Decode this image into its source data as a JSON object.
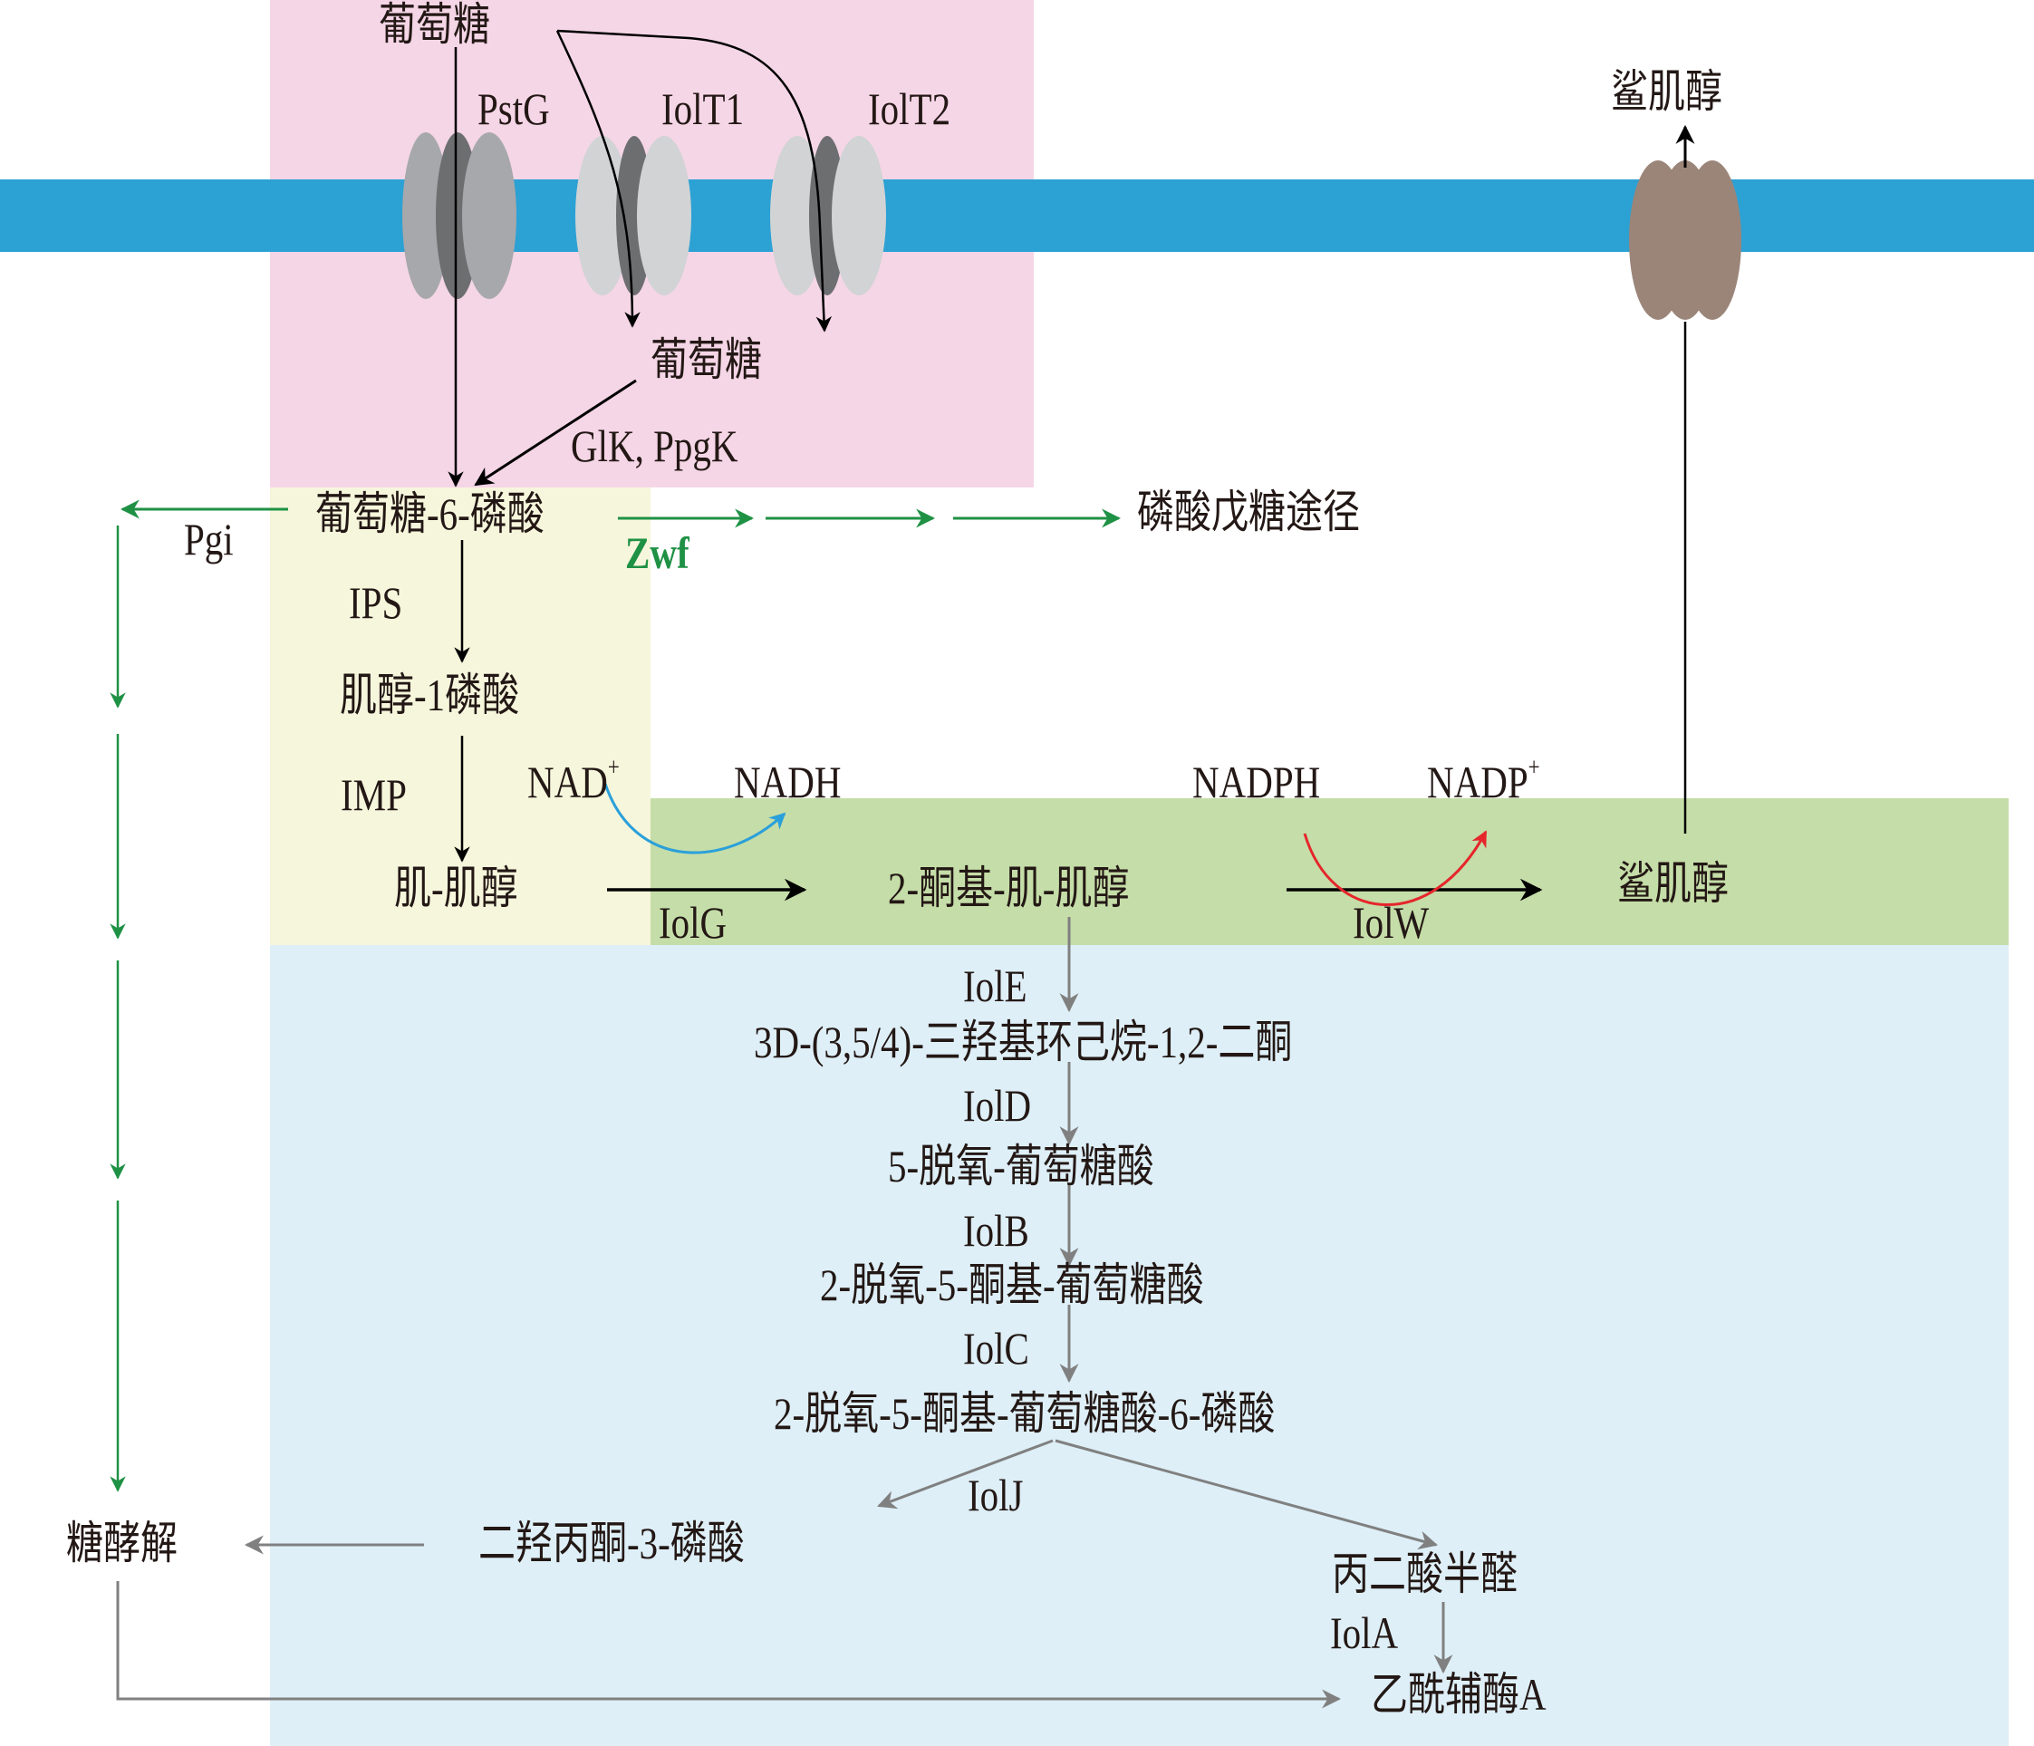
{
  "colors": {
    "extracellular_region": "#F5D6E6",
    "cytoplasm_upper": "#F6F6DC",
    "conversion_region": "#C5DDA8",
    "catabolism_region": "#DEEFF7",
    "membrane": "#2CA1D4",
    "pentose_arrow": "#1F9145",
    "nad_arrow": "#2AA0DA",
    "nadp_arrow": "#E5262B",
    "catabolism_arrow": "#808080",
    "exporter": "#9B8579"
  },
  "transporters": {
    "pstg": "PstG",
    "iolt1": "IolT1",
    "iolt2": "IolT2"
  },
  "metabolites": {
    "glucose_out": "葡萄糖",
    "glucose_in": "葡萄糖",
    "g6p": "葡萄糖-6-磷酸",
    "inositol_1p": "肌醇-1磷酸",
    "myo_inositol": "肌-肌醇",
    "keto_inositol": "2-酮基-肌-肌醇",
    "scyllo_inositol": "鲨肌醇",
    "scyllo_inositol_out": "鲨肌醇",
    "pentose_pathway": "磷酸戊糖途径",
    "thd": "3D-(3,5/4)-三羟基环己烷-1,2-二酮",
    "deoxy_gluconate": "5-脱氧-葡萄糖酸",
    "dkg": "2-脱氧-5-酮基-葡萄糖酸",
    "dkgp": "2-脱氧-5-酮基-葡萄糖酸-6-磷酸",
    "dhap": "二羟丙酮-3-磷酸",
    "glycolysis": "糖酵解",
    "malonate_semialdehyde": "丙二酸半醛",
    "acetyl_coa": "乙酰辅酶A"
  },
  "enzymes": {
    "glk_ppgk": "GlK, PpgK",
    "pgi": "Pgi",
    "zwf": "Zwf",
    "ips": "IPS",
    "imp": "IMP",
    "iolg": "IolG",
    "iolw": "IolW",
    "iole": "IolE",
    "iold": "IolD",
    "iolb": "IolB",
    "iolc": "IolC",
    "iolj": "IolJ",
    "iola": "IolA"
  },
  "cofactors": {
    "nad": "NAD",
    "nad_sup": "+",
    "nadh": "NADH",
    "nadph": "NADPH",
    "nadp": "NADP",
    "nadp_sup": "+"
  }
}
